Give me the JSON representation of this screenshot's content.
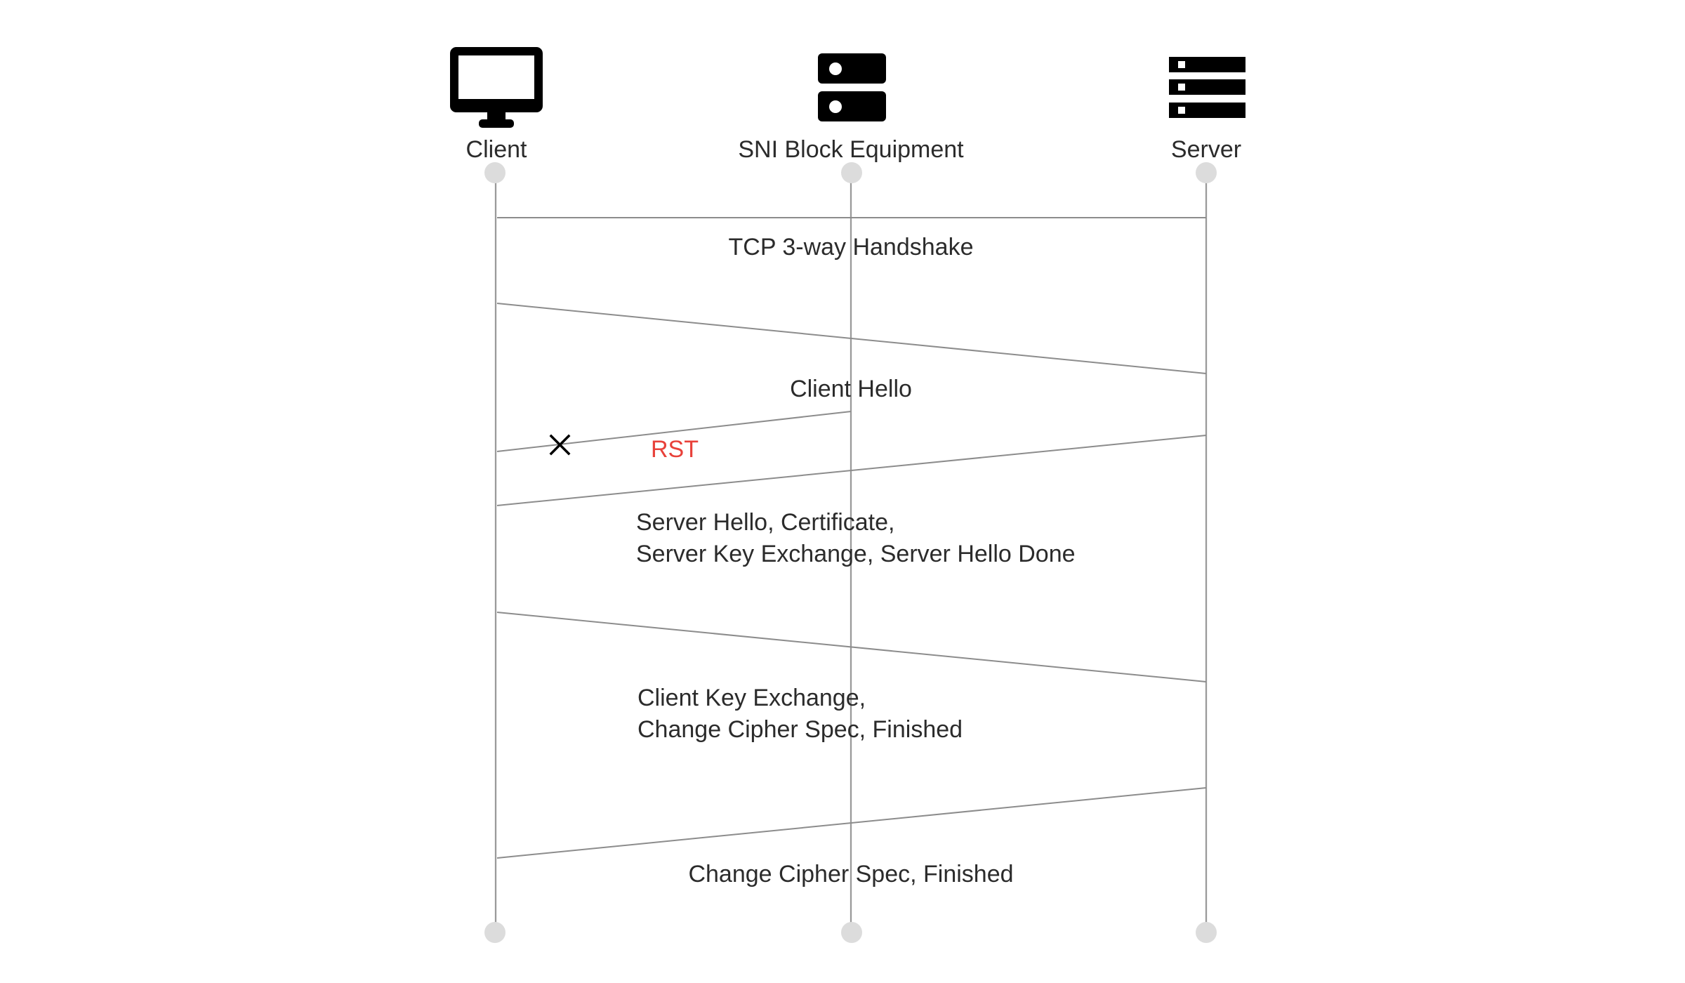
{
  "colors": {
    "lifeline": "#9a9a9a",
    "message_line": "#8c8c8c",
    "endpoint_dot": "#dcdcdc",
    "text": "#2b2b2b",
    "rst": "#e8413a",
    "icon": "#000000"
  },
  "participants": [
    {
      "id": "client",
      "label": "Client",
      "icon": "desktop-monitor-icon"
    },
    {
      "id": "sni",
      "label": "SNI Block Equipment",
      "icon": "two-unit-server-icon"
    },
    {
      "id": "server",
      "label": "Server",
      "icon": "rack-server-icon"
    }
  ],
  "messages": [
    {
      "id": "tcp",
      "lines": [
        "TCP 3-way Handshake"
      ],
      "from": "client",
      "to": "server"
    },
    {
      "id": "client-hello",
      "lines": [
        "Client Hello"
      ],
      "from": "client",
      "to": "server"
    },
    {
      "id": "rst",
      "lines": [
        "RST"
      ],
      "from": "sni",
      "to": "client",
      "dropped": true
    },
    {
      "id": "server-hello",
      "lines": [
        "Server Hello, Certificate,",
        "Server Key Exchange, Server Hello Done"
      ],
      "from": "server",
      "to": "client"
    },
    {
      "id": "client-key",
      "lines": [
        "Client Key Exchange,",
        "Change Cipher Spec, Finished"
      ],
      "from": "client",
      "to": "server"
    },
    {
      "id": "server-finished",
      "lines": [
        "Change Cipher Spec, Finished"
      ],
      "from": "server",
      "to": "client"
    }
  ]
}
